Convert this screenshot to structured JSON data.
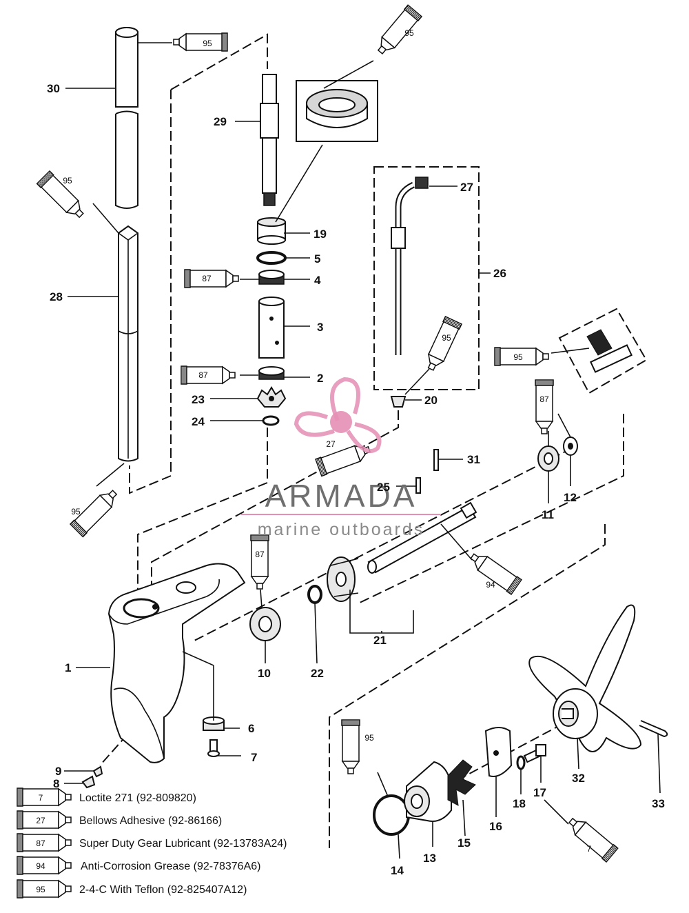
{
  "part_numbers": [
    "1",
    "2",
    "3",
    "4",
    "5",
    "6",
    "7",
    "8",
    "9",
    "10",
    "11",
    "12",
    "13",
    "14",
    "15",
    "16",
    "17",
    "18",
    "19",
    "20",
    "21",
    "22",
    "23",
    "24",
    "25",
    "26",
    "27",
    "28",
    "29",
    "30",
    "31",
    "32",
    "33"
  ],
  "tube_labels": [
    "95",
    "95",
    "95",
    "95",
    "87",
    "87",
    "95",
    "27",
    "87",
    "87",
    "95",
    "94",
    "95",
    "7"
  ],
  "watermark": {
    "brand": "ARMADA",
    "tagline": "marine outboards",
    "colors": {
      "brand_text": "#6f6f6f",
      "logo": "#e58fb5"
    }
  },
  "legend": [
    {
      "code": "7",
      "text": "Loctite 271 (92-809820)"
    },
    {
      "code": "27",
      "text": "Bellows Adhesive (92-86166)"
    },
    {
      "code": "87",
      "text": "Super Duty Gear Lubricant (92-13783A24)"
    },
    {
      "code": "94",
      "text": "Anti-Corrosion Grease (92-78376A6)"
    },
    {
      "code": "95",
      "text": "2-4-C  With Teflon (92-825407A12)"
    }
  ]
}
